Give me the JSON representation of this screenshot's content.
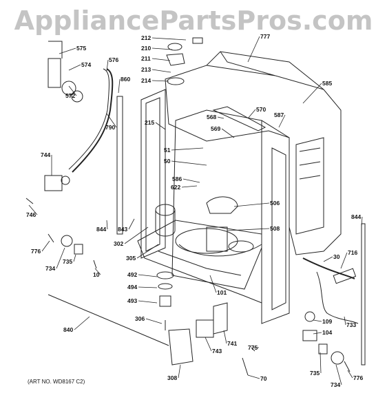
{
  "watermark": "AppliancePartsPros.com",
  "art_number": "(ART NO. WD8167 C2)",
  "parts": [
    {
      "id": "575"
    },
    {
      "id": "574"
    },
    {
      "id": "572"
    },
    {
      "id": "576"
    },
    {
      "id": "790"
    },
    {
      "id": "212"
    },
    {
      "id": "210"
    },
    {
      "id": "211"
    },
    {
      "id": "213"
    },
    {
      "id": "214"
    },
    {
      "id": "777"
    },
    {
      "id": "860"
    },
    {
      "id": "215"
    },
    {
      "id": "585"
    },
    {
      "id": "570"
    },
    {
      "id": "568"
    },
    {
      "id": "587"
    },
    {
      "id": "569"
    },
    {
      "id": "51"
    },
    {
      "id": "50"
    },
    {
      "id": "586"
    },
    {
      "id": "622"
    },
    {
      "id": "506"
    },
    {
      "id": "508"
    },
    {
      "id": "744"
    },
    {
      "id": "746"
    },
    {
      "id": "844"
    },
    {
      "id": "843"
    },
    {
      "id": "302"
    },
    {
      "id": "305"
    },
    {
      "id": "776"
    },
    {
      "id": "734"
    },
    {
      "id": "735"
    },
    {
      "id": "10"
    },
    {
      "id": "492"
    },
    {
      "id": "494"
    },
    {
      "id": "493"
    },
    {
      "id": "101"
    },
    {
      "id": "30"
    },
    {
      "id": "716"
    },
    {
      "id": "844b",
      "text": "844"
    },
    {
      "id": "840"
    },
    {
      "id": "306"
    },
    {
      "id": "741"
    },
    {
      "id": "743"
    },
    {
      "id": "775"
    },
    {
      "id": "109"
    },
    {
      "id": "104"
    },
    {
      "id": "733"
    },
    {
      "id": "308"
    },
    {
      "id": "70"
    },
    {
      "id": "735b",
      "text": "735"
    },
    {
      "id": "734b",
      "text": "734"
    },
    {
      "id": "776b",
      "text": "776"
    }
  ]
}
